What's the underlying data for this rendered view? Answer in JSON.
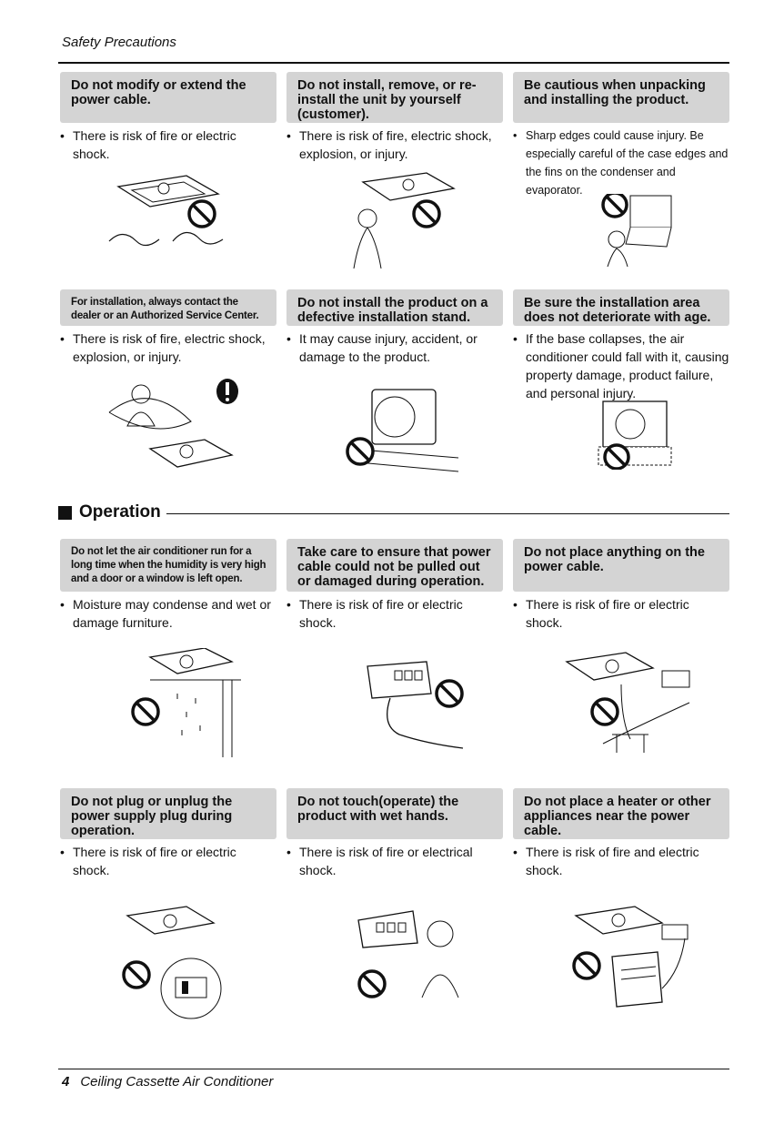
{
  "header": {
    "title": "Safety Precautions"
  },
  "section": {
    "label": "Operation"
  },
  "footer": {
    "page_number": "4",
    "title": "Ceiling Cassette Air Conditioner"
  },
  "bullet_symbol": "•",
  "cells": [
    {
      "heading": "Do not modify or extend the power cable.",
      "bullet": "There is risk of fire or electric shock."
    },
    {
      "heading": "Do not install, remove, or re-install the unit by yourself (customer).",
      "bullet": "There is risk of fire, electric shock, explosion, or injury."
    },
    {
      "heading": "Be cautious when unpacking and installing  the product.",
      "bullet": "Sharp edges could cause injury. Be especially careful of the case edges and the fins on the condenser and evaporator."
    },
    {
      "heading": "For installation, always contact the dealer or an Authorized Service Center.",
      "bullet": "There is risk of fire, electric shock, explosion, or injury."
    },
    {
      "heading": "Do not install the product on a defective installation stand.",
      "bullet": "It may cause injury, accident, or damage to the product."
    },
    {
      "heading": "Be sure the installation area does not deteriorate with age.",
      "bullet": "If the base collapses, the air conditioner could fall with it, causing property damage, product failure, and personal injury."
    },
    {
      "heading": "Do not let the air conditioner run for a long time when the humidity is very high and a door or a window is left open.",
      "bullet": "Moisture may condense and wet or damage furniture."
    },
    {
      "heading": "Take care to ensure that power cable could not be pulled out or damaged during operation.",
      "bullet": "There is risk of fire or electric shock."
    },
    {
      "heading": "Do not place anything on the power cable.",
      "bullet": "There is risk of fire or electric shock."
    },
    {
      "heading": "Do not plug or unplug the power supply plug during operation.",
      "bullet": "There is risk of fire or electric shock."
    },
    {
      "heading": "Do not touch(operate) the product with wet hands.",
      "bullet": "There is risk of fire or electrical shock."
    },
    {
      "heading": "Do not place a heater or other appliances near the power cable.",
      "bullet": "There is risk of fire and electric shock."
    }
  ]
}
